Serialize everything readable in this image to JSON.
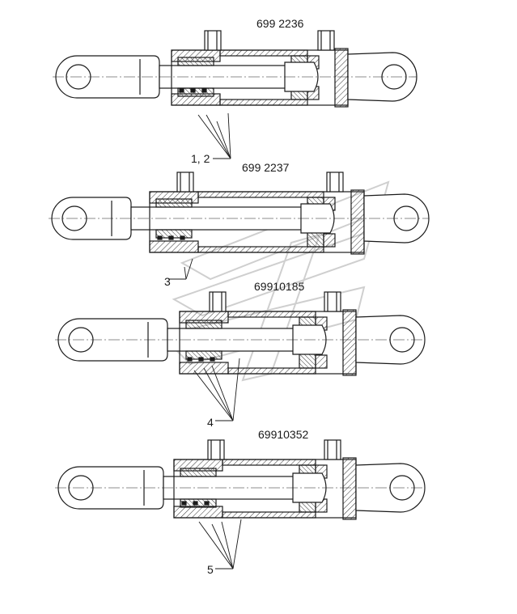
{
  "diagram": {
    "cylinders": [
      {
        "part_number": "699 2236",
        "callout": "1, 2"
      },
      {
        "part_number": "699 2237",
        "callout": "3"
      },
      {
        "part_number": "69910185",
        "callout": "4"
      },
      {
        "part_number": "69910352",
        "callout": "5"
      }
    ],
    "colors": {
      "line": "#1a1a1a",
      "hatch": "#333333",
      "watermark": "#cfcfcf",
      "background": "#ffffff"
    }
  }
}
